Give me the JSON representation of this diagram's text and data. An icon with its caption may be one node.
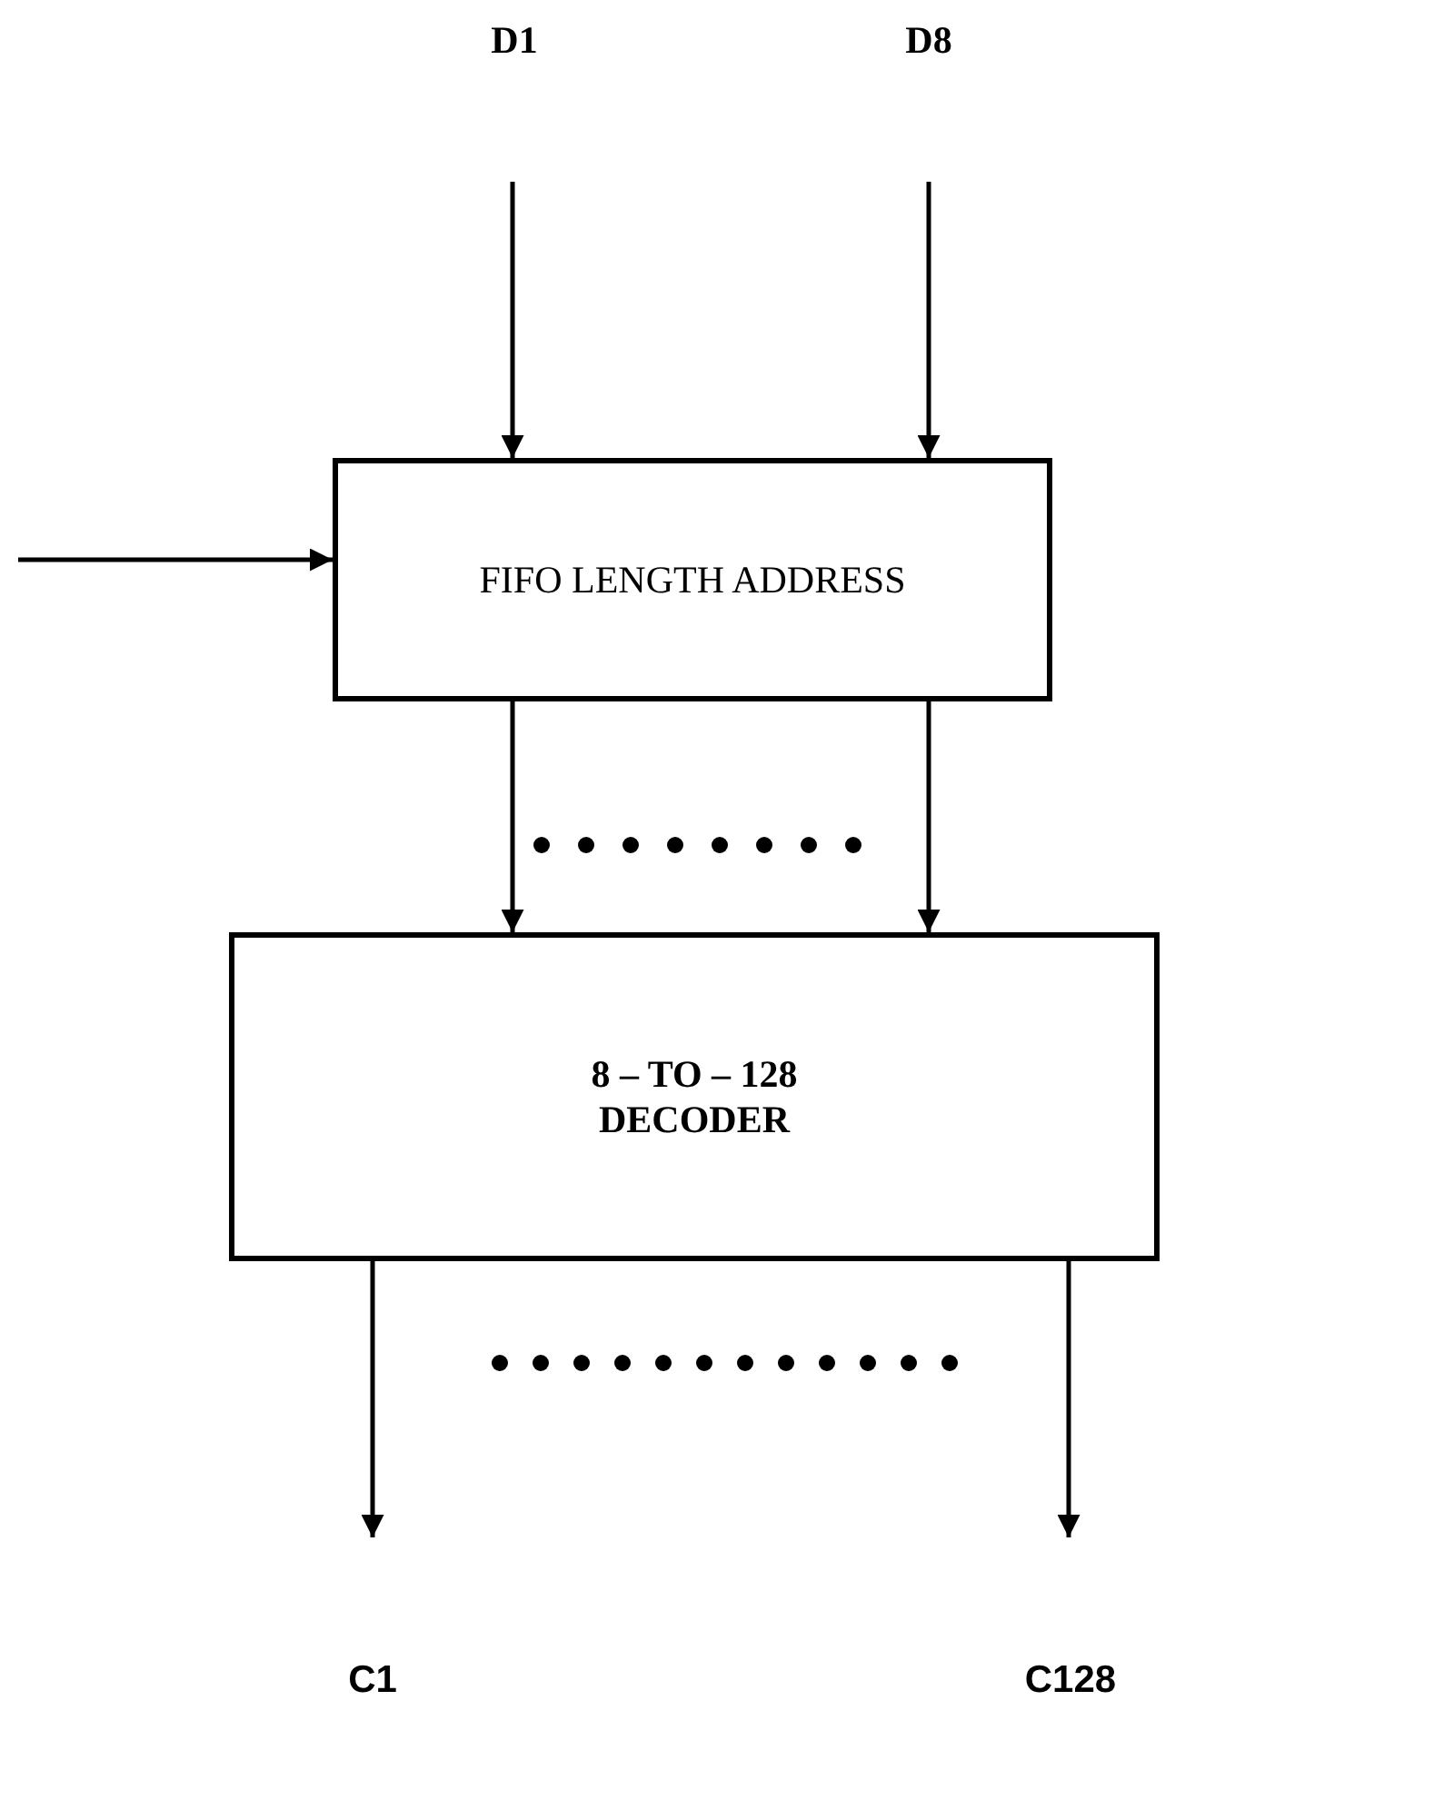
{
  "diagram": {
    "nodes": [
      {
        "text": [
          "FIFO LENGTH ADDRESS"
        ]
      },
      {
        "text": [
          "8 – TO – 128 DECODER"
        ]
      }
    ],
    "edges": [
      {
        "from": null,
        "to": 0,
        "arrow": "to"
      },
      {
        "from": null,
        "to": 0,
        "arrow": "to"
      },
      {
        "from": null,
        "to": 0,
        "arrow": "to"
      },
      {
        "from": 0,
        "to": 1,
        "arrow": "to"
      },
      {
        "from": 0,
        "to": 1,
        "arrow": "to"
      },
      {
        "from": 1,
        "to": null,
        "arrow": "to"
      },
      {
        "from": 1,
        "to": null,
        "arrow": "to"
      }
    ],
    "labels": [
      "D1",
      "D8",
      "C1",
      "C128"
    ]
  }
}
